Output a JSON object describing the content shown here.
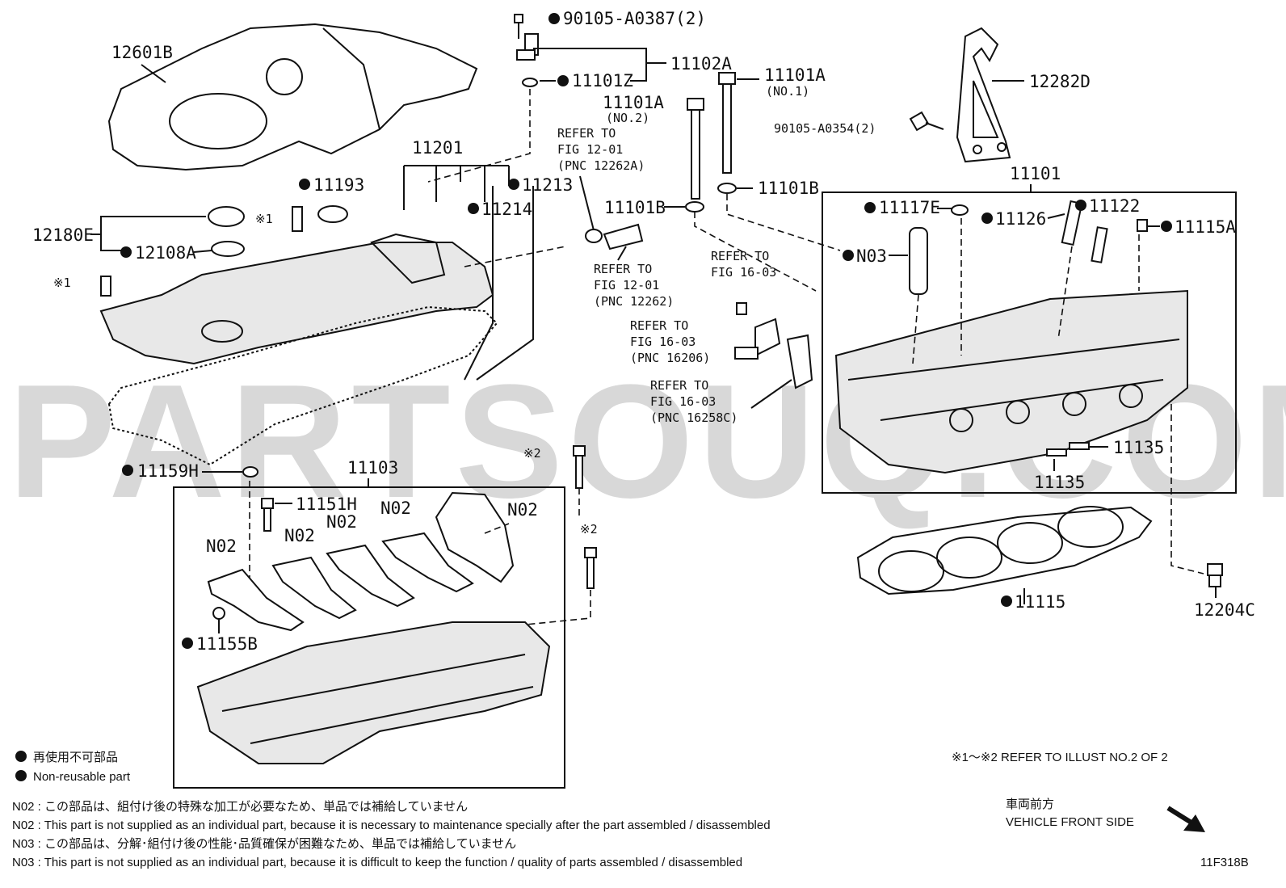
{
  "watermark": "PARTSOUQ.COM",
  "figure_code": "11F318B",
  "labels": {
    "p12601B": "12601B",
    "p90105_A0387": "90105-A0387(2)",
    "p11102A": "11102A",
    "p11101Z": "11101Z",
    "p11101A_no1": "11101A",
    "no1": "(NO.1)",
    "p12282D": "12282D",
    "p11101A_no2": "11101A",
    "no2": "(NO.2)",
    "p90105_A0354": "90105-A0354(2)",
    "p11201": "11201",
    "p11193": "11193",
    "p11213": "11213",
    "p11214": "11214",
    "p12180E": "12180E",
    "p12108A": "12108A",
    "mark1a": "※1",
    "mark1b": "※1",
    "p11101B_a": "11101B",
    "p11101B_b": "11101B",
    "p11101": "11101",
    "p11117E": "11117E",
    "p11126": "11126",
    "p11122": "11122",
    "p11115A": "11115A",
    "pN03": "N03",
    "p11159H": "11159H",
    "p11103": "11103",
    "mark2a": "※2",
    "mark2b": "※2",
    "p11151H": "11151H",
    "pN02_a": "N02",
    "pN02_b": "N02",
    "pN02_c": "N02",
    "pN02_d": "N02",
    "pN02_e": "N02",
    "p11155B": "11155B",
    "p11135_a": "11135",
    "p11135_b": "11135",
    "p11115": "11115",
    "p12204C": "12204C"
  },
  "refer": {
    "r1": [
      "REFER TO",
      "FIG 12-01",
      "(PNC 12262A)"
    ],
    "r2": [
      "REFER TO",
      "FIG 12-01",
      "(PNC 12262)"
    ],
    "r3": [
      "REFER TO",
      "FIG 16-03"
    ],
    "r4": [
      "REFER TO",
      "FIG 16-03",
      "(PNC 16206)"
    ],
    "r5": [
      "REFER TO",
      "FIG 16-03",
      "(PNC 16258C)"
    ]
  },
  "legend": {
    "jp": "再使用不可部品",
    "en": "Non-reusable part"
  },
  "illust_ref": "※1～※2  REFER TO ILLUST NO.2 OF 2",
  "front_side": {
    "jp": "車両前方",
    "en": "VEHICLE FRONT SIDE"
  },
  "notes": [
    "N02 : この部品は、組付け後の特殊な加工が必要なため、単品では補給していません",
    "N02 : This part is not supplied as an individual part, because it is necessary to maintenance specially after the part assembled / disassembled",
    "N03 : この部品は、分解･組付け後の性能･品質確保が困難なため、単品では補給していません",
    "N03 : This part is not supplied as an individual part, because it is difficult to keep the function / quality of parts  assembled / disassembled"
  ]
}
